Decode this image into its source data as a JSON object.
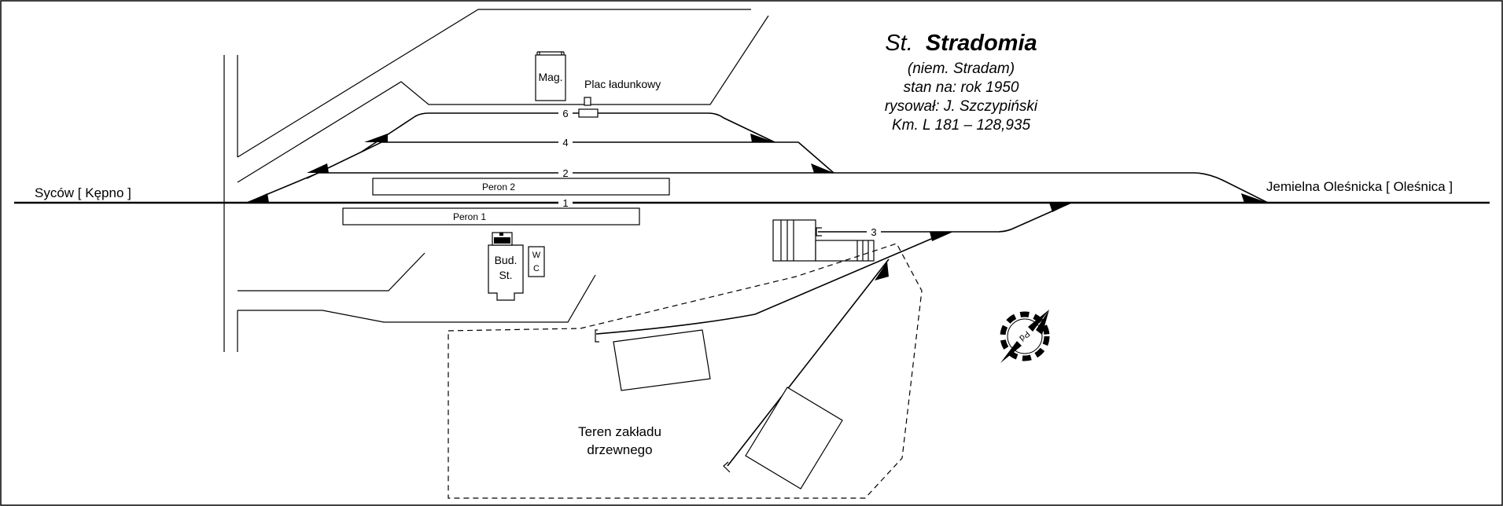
{
  "title": {
    "prefix": "St.",
    "name": "Stradomia",
    "line1": "(niem. Stradam)",
    "line2": "stan na: rok 1950",
    "line3": "rysował: J. Szczypiński",
    "line4": "Km. L 181 – 128,935"
  },
  "directions": {
    "west": "Syców [ Kępno ]",
    "east": "Jemielna Oleśnicka [ Oleśnica ]"
  },
  "tracks": {
    "t1": "1",
    "t2": "2",
    "t3": "3",
    "t4": "4",
    "t6": "6"
  },
  "platforms": {
    "p1": "Peron 1",
    "p2": "Peron 2"
  },
  "buildings": {
    "warehouse": "Mag.",
    "loading_area": "Plac ładunkowy",
    "station_line1": "Bud.",
    "station_line2": "St.",
    "wc_line1": "W",
    "wc_line2": "C"
  },
  "industry": {
    "line1": "Teren zakładu",
    "line2": "drzewnego"
  },
  "compass": {
    "label": "Pd"
  }
}
